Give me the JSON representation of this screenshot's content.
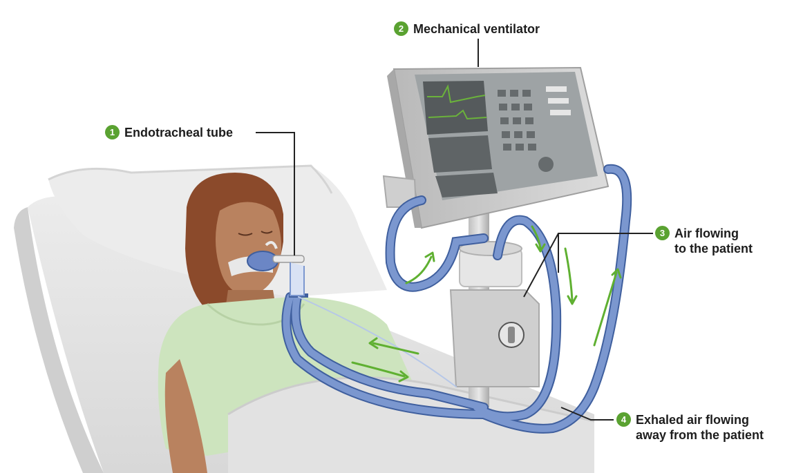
{
  "labels": [
    {
      "number": "1",
      "lines": [
        "Endotracheal tube"
      ]
    },
    {
      "number": "2",
      "lines": [
        "Mechanical ventilator"
      ]
    },
    {
      "number": "3",
      "lines": [
        "Air flowing",
        "to the patient"
      ]
    },
    {
      "number": "4",
      "lines": [
        "Exhaled air flowing",
        "away from the patient"
      ]
    }
  ],
  "colors": {
    "badge": "#5aa231",
    "arrow": "#5fb031",
    "tube": "#7b97cf",
    "tube_outline": "#3f5f9e",
    "skin": "#b9825f",
    "hair": "#8b4a2b",
    "gown": "#cde4be",
    "bed": "#e6e6e6",
    "ventilator": "#cfcfcf",
    "screen": "#555a5c",
    "waveform": "#6bb33b"
  },
  "icons": [
    "numbered-badge-icon",
    "flow-arrow-icon"
  ]
}
